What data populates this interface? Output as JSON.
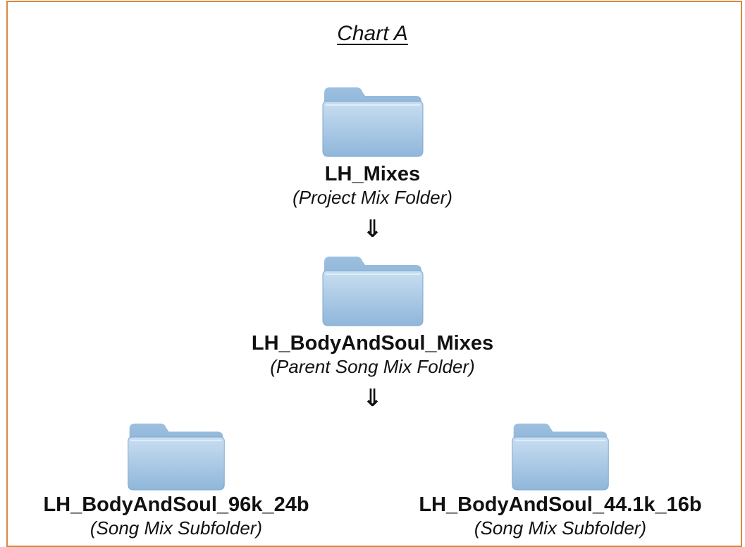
{
  "title": "Chart A",
  "arrows": [
    "⇓",
    "⇓"
  ],
  "nodes": {
    "root": {
      "name": "LH_Mixes",
      "description": "(Project Mix Folder)"
    },
    "parent": {
      "name": "LH_BodyAndSoul_Mixes",
      "description": "(Parent Song Mix Folder)"
    },
    "children": [
      {
        "name": "LH_BodyAndSoul_96k_24b",
        "description": "(Song Mix Subfolder)"
      },
      {
        "name": "LH_BodyAndSoul_44.1k_16b",
        "description": "(Song Mix Subfolder)"
      }
    ]
  },
  "colors": {
    "frame_border": "#d9873f",
    "folder_light": "#b9d4ec",
    "folder_dark": "#7fa8cf"
  },
  "icons": {
    "folder": "folder-icon",
    "arrow": "down-double-arrow-icon"
  }
}
